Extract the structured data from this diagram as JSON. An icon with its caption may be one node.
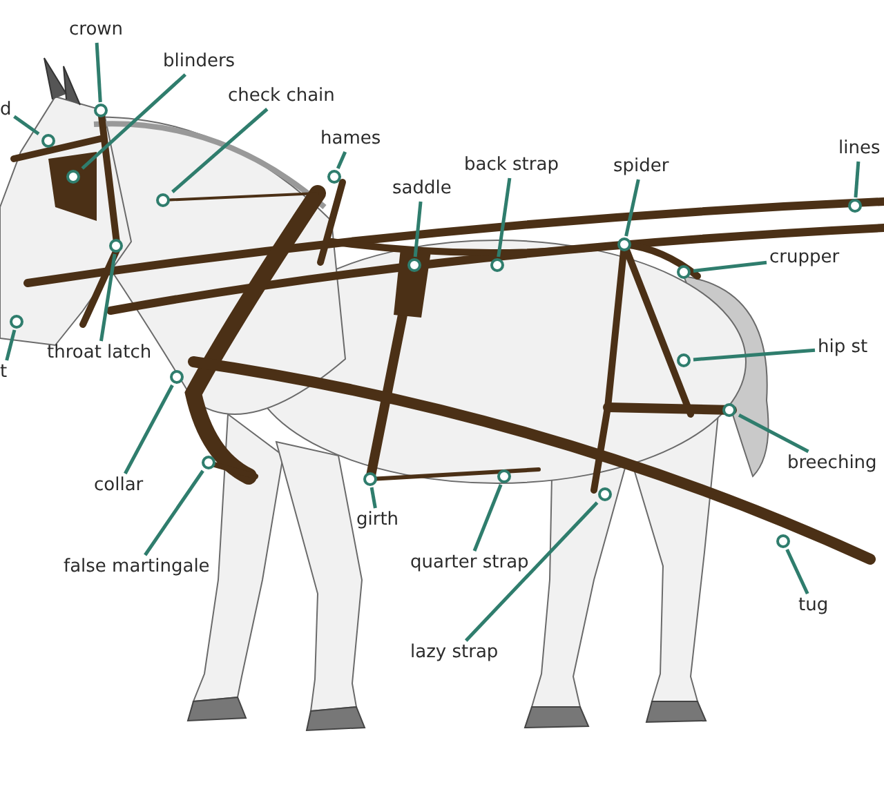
{
  "diagram": {
    "nodes": [
      {
        "text": [
          "crown"
        ]
      },
      {
        "text": [
          "blinders"
        ]
      },
      {
        "text": [
          "check chain"
        ]
      },
      {
        "text": [
          "hames"
        ]
      },
      {
        "text": [
          "d"
        ]
      },
      {
        "text": [
          "saddle"
        ]
      },
      {
        "text": [
          "back strap"
        ]
      },
      {
        "text": [
          "spider"
        ]
      },
      {
        "text": [
          "lines"
        ]
      },
      {
        "text": [
          "crupper"
        ]
      },
      {
        "text": [
          "throat latch"
        ]
      },
      {
        "text": [
          "hip st"
        ]
      },
      {
        "text": [
          "t"
        ]
      },
      {
        "text": [
          "breeching"
        ]
      },
      {
        "text": [
          "collar"
        ]
      },
      {
        "text": [
          "girth"
        ]
      },
      {
        "text": [
          "false martingale"
        ]
      },
      {
        "text": [
          "quarter strap"
        ]
      },
      {
        "text": [
          "tug"
        ]
      },
      {
        "text": [
          "lazy strap"
        ]
      },
      {
        "text": [],
        "shape": "circle"
      },
      {
        "text": [],
        "shape": "circle"
      },
      {
        "text": [],
        "shape": "circle"
      },
      {
        "text": [],
        "shape": "circle"
      },
      {
        "text": [],
        "shape": "circle"
      },
      {
        "text": [],
        "shape": "circle"
      },
      {
        "text": [],
        "shape": "circle"
      },
      {
        "text": [],
        "shape": "circle"
      },
      {
        "text": [],
        "shape": "circle"
      },
      {
        "text": [],
        "shape": "circle"
      },
      {
        "text": [],
        "shape": "circle"
      },
      {
        "text": [],
        "shape": "circle"
      },
      {
        "text": [],
        "shape": "circle"
      },
      {
        "text": [],
        "shape": "circle"
      },
      {
        "text": [],
        "shape": "circle"
      },
      {
        "text": [],
        "shape": "circle"
      },
      {
        "text": [],
        "shape": "circle"
      },
      {
        "text": [],
        "shape": "circle"
      },
      {
        "text": [],
        "shape": "circle"
      },
      {
        "text": [],
        "shape": "circle"
      }
    ],
    "edges": [
      {
        "from": 0,
        "to": 23,
        "arrow": "none"
      },
      {
        "from": 1,
        "to": 22,
        "arrow": "none"
      },
      {
        "from": 2,
        "to": 25,
        "arrow": "none"
      },
      {
        "from": 3,
        "to": 28,
        "arrow": "none"
      },
      {
        "from": 4,
        "to": 21,
        "arrow": "none"
      },
      {
        "from": 5,
        "to": 30,
        "arrow": "none"
      },
      {
        "from": 6,
        "to": 31,
        "arrow": "none"
      },
      {
        "from": 7,
        "to": 34,
        "arrow": "none"
      },
      {
        "from": 8,
        "to": 39,
        "arrow": "none"
      },
      {
        "from": 9,
        "to": 35,
        "arrow": "none"
      },
      {
        "from": 10,
        "to": 24,
        "arrow": "none"
      },
      {
        "from": 11,
        "to": 36,
        "arrow": "none"
      },
      {
        "from": 12,
        "to": 20,
        "arrow": "none"
      },
      {
        "from": 13,
        "to": 37,
        "arrow": "none"
      },
      {
        "from": 14,
        "to": 26,
        "arrow": "none"
      },
      {
        "from": 15,
        "to": 29,
        "arrow": "none"
      },
      {
        "from": 16,
        "to": 27,
        "arrow": "none"
      },
      {
        "from": 17,
        "to": 32,
        "arrow": "none"
      },
      {
        "from": 18,
        "to": 38,
        "arrow": "none"
      },
      {
        "from": 19,
        "to": 33,
        "arrow": "none"
      }
    ]
  }
}
